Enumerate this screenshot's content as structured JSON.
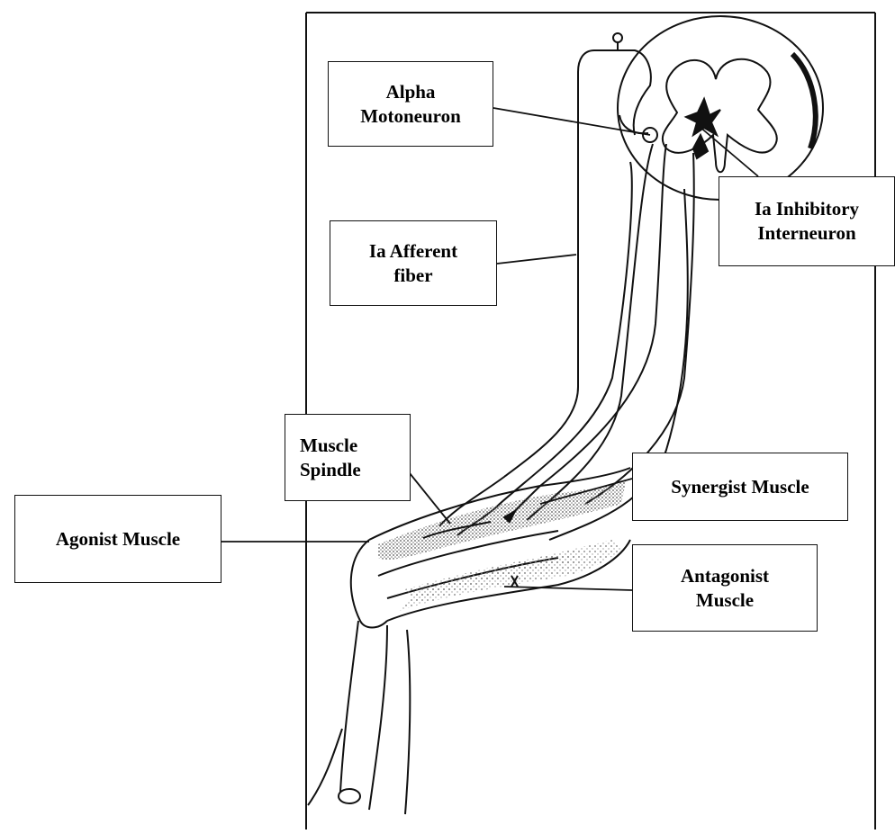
{
  "labels": {
    "alpha_motoneuron": [
      "Alpha",
      "Motoneuron"
    ],
    "ia_inhibitory_interneuron": [
      "Ia Inhibitory",
      "Interneuron"
    ],
    "ia_afferent_fiber": [
      "Ia Afferent",
      "fiber"
    ],
    "muscle_spindle": [
      "Muscle",
      "Spindle"
    ],
    "synergist_muscle": [
      "Synergist Muscle"
    ],
    "agonist_muscle": [
      "Agonist Muscle"
    ],
    "antagonist_muscle": [
      "Antagonist",
      "Muscle"
    ]
  },
  "colors": {
    "line": "#111111",
    "muscle_shade": "#9a9a9a",
    "background": "#ffffff"
  }
}
